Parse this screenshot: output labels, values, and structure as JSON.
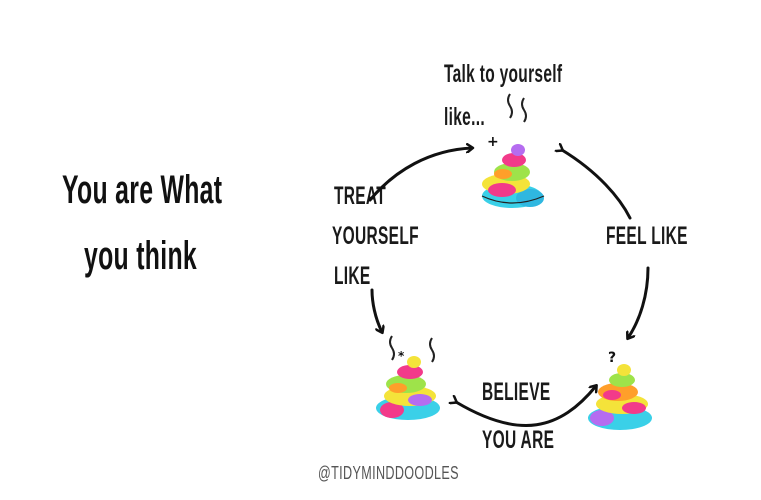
{
  "title": {
    "line1": "You are What",
    "line2": "you think"
  },
  "cycle": {
    "top_label": {
      "line1": "Talk to yourself",
      "line2": "like..."
    },
    "left_label": {
      "line1": "TREAT",
      "line2": "YOURSELF",
      "line3": "LIKE"
    },
    "right_label": "FEEL LIKE",
    "bottom_label": {
      "line1": "BELIEVE",
      "line2": "YOU ARE"
    }
  },
  "credit": "@TIDYMINDDOODLES",
  "palette": {
    "ink": "#111111",
    "rainbow": [
      "#f23a8a",
      "#ff9f2a",
      "#f4e33a",
      "#9ee34a",
      "#3ad0e8",
      "#b56cf0"
    ]
  },
  "icons": [
    "rainbow-poop-icon-top",
    "rainbow-poop-icon-bottom-left",
    "rainbow-poop-icon-bottom-right"
  ]
}
